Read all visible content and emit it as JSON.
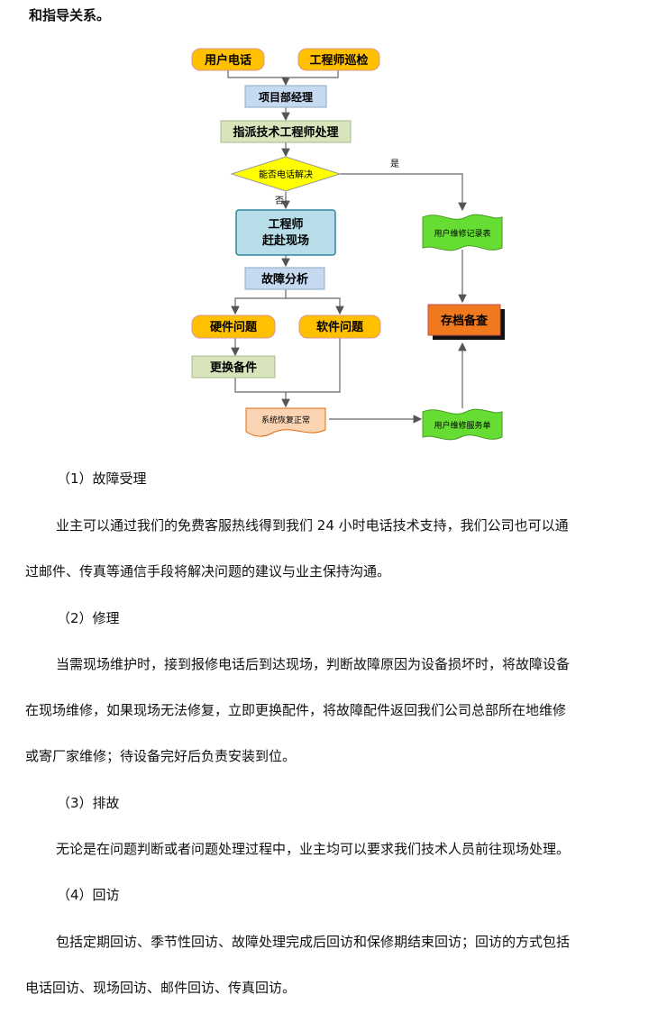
{
  "intro_tail": "和指导关系。",
  "flowchart": {
    "user_call": "用户电话",
    "engineer_patrol": "工程师巡检",
    "project_manager": "项目部经理",
    "assign_engineer": "指派技术工程师处理",
    "can_phone_solve": "能否电话解决",
    "yes": "是",
    "no": "否",
    "engineer_onsite_1": "工程师",
    "engineer_onsite_2": "赶赴现场",
    "fault_analysis": "故障分析",
    "hardware_issue": "硬件问题",
    "software_issue": "软件问题",
    "replace_parts": "更换备件",
    "system_restored": "系统恢复正常",
    "repair_record": "用户维修记录表",
    "archive": "存档备查",
    "service_sheet": "用户维修服务单",
    "colors": {
      "orange_box": "#ffc000",
      "blue_box": "#c5d9f1",
      "green_box": "#d7e4bc",
      "yellow_diamond": "#ffff00",
      "green_doc": "#66dd33",
      "archive_box": "#f0781e",
      "salmon_doc": "#fbd4b4"
    }
  },
  "sections": {
    "s1_heading": "（1）故障受理",
    "s1_p1_l1": "业主可以通过我们的免费客服热线得到我们 24 小时电话技术支持，我们公司也可以通",
    "s1_p1_l2": "过邮件、传真等通信手段将解决问题的建议与业主保持沟通。",
    "s2_heading": "（2）修理",
    "s2_p1_l1": "当需现场维护时，接到报修电话后到达现场，判断故障原因为设备损坏时，将故障设备",
    "s2_p1_l2": "在现场维修，如果现场无法修复，立即更换配件，将故障配件返回我们公司总部所在地维修",
    "s2_p1_l3": "或寄厂家维修；待设备完好后负责安装到位。",
    "s3_heading": "（3）排故",
    "s3_p1_l1": "无论是在问题判断或者问题处理过程中，业主均可以要求我们技术人员前往现场处理。",
    "s4_heading": "（4）回访",
    "s4_p1_l1": "包括定期回访、季节性回访、故障处理完成后回访和保修期结束回访；回访的方式包括",
    "s4_p1_l2": "电话回访、现场回访、邮件回访、传真回访。"
  }
}
